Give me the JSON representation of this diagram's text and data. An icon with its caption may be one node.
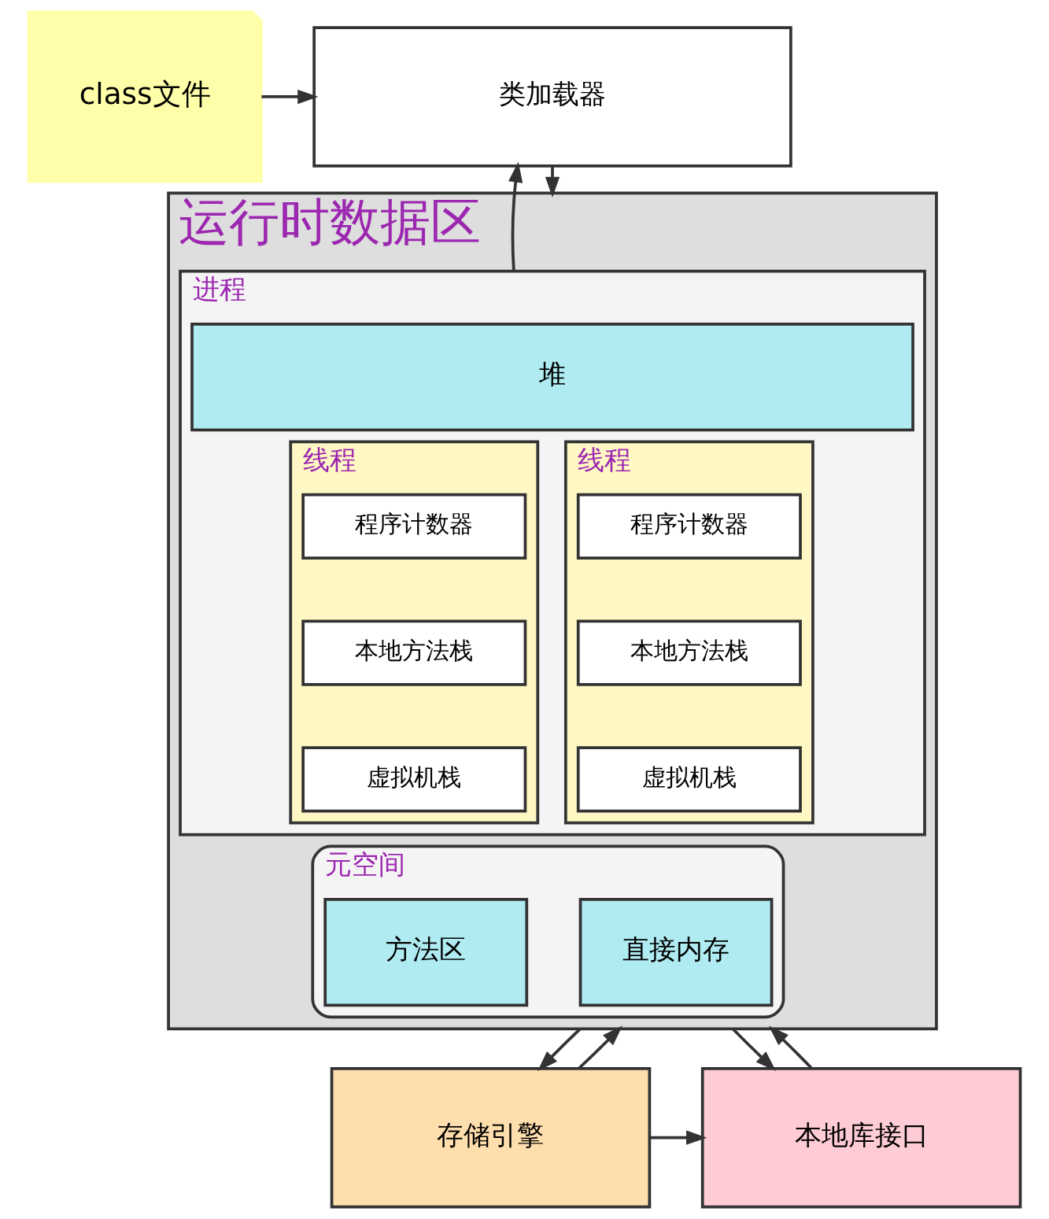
{
  "diagram": {
    "nodes": [
      {
        "text": [
          "class文件"
        ]
      },
      {
        "text": [
          "类加载器"
        ]
      },
      {
        "text": [
          "运行时数据区"
        ]
      },
      {
        "text": [
          "进程"
        ],
        "in": 2
      },
      {
        "text": [
          "堆"
        ],
        "in": 3
      },
      {
        "text": [
          "线程"
        ],
        "in": 3
      },
      {
        "text": [
          "程序计数器"
        ],
        "in": 5
      },
      {
        "text": [
          "本地方法栈"
        ],
        "in": 5
      },
      {
        "text": [
          "虚拟机栈"
        ],
        "in": 5
      },
      {
        "text": [
          "线程"
        ],
        "in": 3
      },
      {
        "text": [
          "程序计数器"
        ],
        "in": 9
      },
      {
        "text": [
          "本地方法栈"
        ],
        "in": 9
      },
      {
        "text": [
          "虚拟机栈"
        ],
        "in": 9
      },
      {
        "text": [
          "元空间"
        ],
        "in": 2
      },
      {
        "text": [
          "方法区"
        ],
        "in": 13
      },
      {
        "text": [
          "直接内存"
        ],
        "in": 13
      },
      {
        "text": [
          "存储引擎"
        ]
      },
      {
        "text": [
          "本地库接口"
        ]
      }
    ],
    "edges": [
      {
        "from": 0,
        "to": 1,
        "arrow": "to"
      },
      {
        "from": 1,
        "to": 2,
        "arrow": "to"
      },
      {
        "from": 3,
        "to": 1,
        "arrow": "to"
      },
      {
        "from": 2,
        "to": 16,
        "arrow": "to"
      },
      {
        "from": 16,
        "to": 2,
        "arrow": "to"
      },
      {
        "from": 2,
        "to": 17,
        "arrow": "to"
      },
      {
        "from": 17,
        "to": 2,
        "arrow": "to"
      },
      {
        "from": 16,
        "to": 17,
        "arrow": "to"
      }
    ]
  }
}
